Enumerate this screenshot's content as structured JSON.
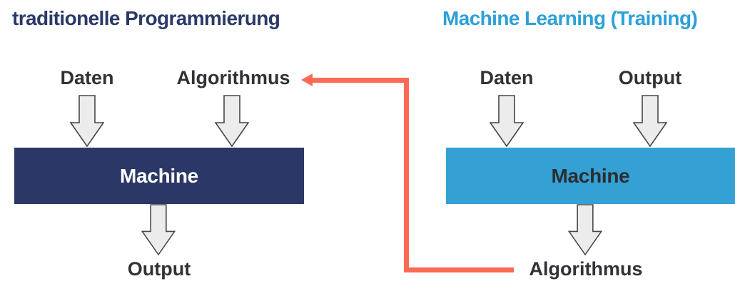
{
  "colors": {
    "navy": "#2b3766",
    "navy-title": "#2b3968",
    "blue": "#35a0d3",
    "blue-title": "#2da0d8",
    "label": "#303237",
    "coral": "#fa6a55",
    "arrow-fill": "#ececec",
    "arrow-stroke": "#45474a",
    "machine-left-text": "#ffffff",
    "machine-right-text": "#2b2d31"
  },
  "left_panel": {
    "title": "traditionelle Programmierung",
    "input_1": "Daten",
    "input_2": "Algorithmus",
    "machine_label": "Machine",
    "output_label": "Output"
  },
  "right_panel": {
    "title": "Machine Learning (Training)",
    "input_1": "Daten",
    "input_2": "Output",
    "machine_label": "Machine",
    "output_label": "Algorithmus"
  }
}
